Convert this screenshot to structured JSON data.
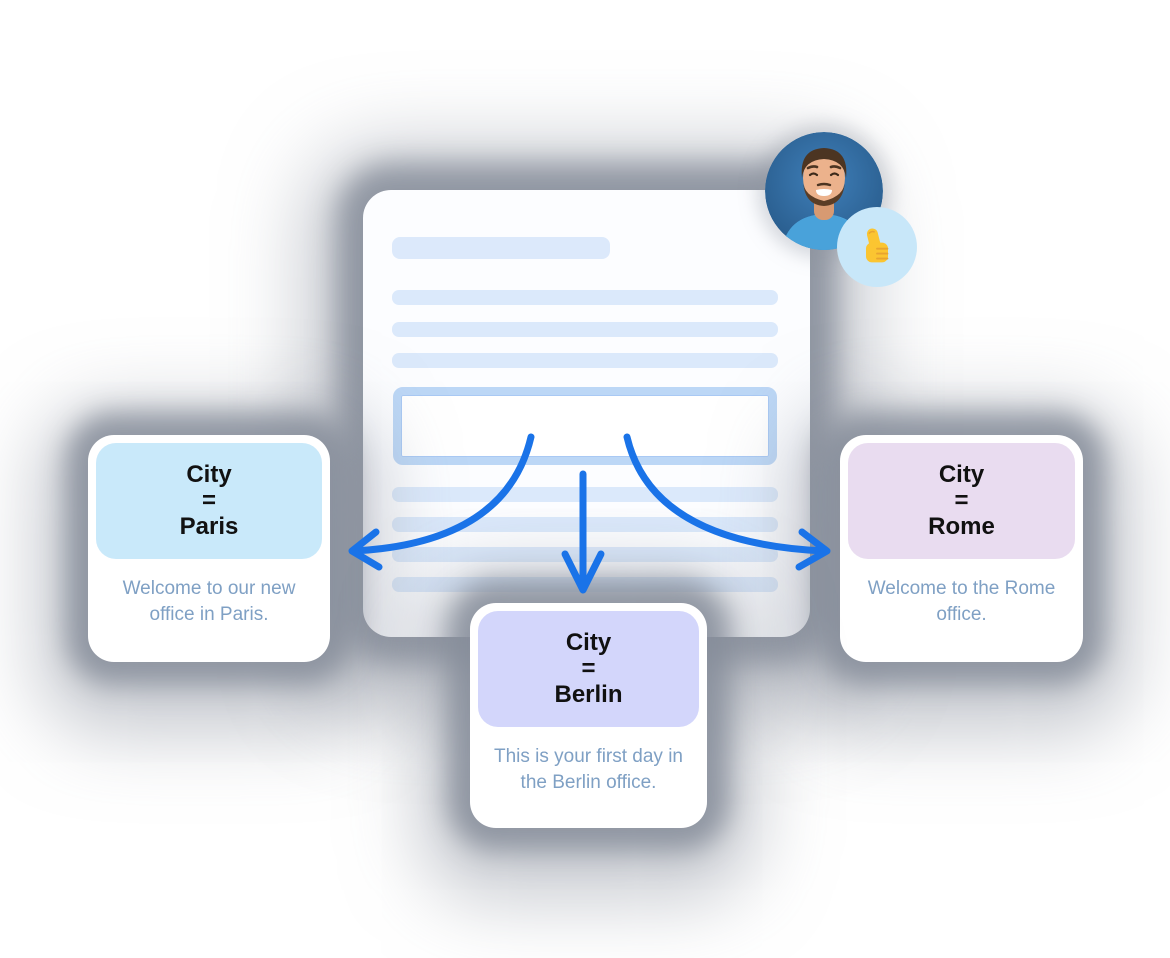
{
  "meta": {
    "description": "Illustration of a document template with a conditional content block branching into three city-specific text variants",
    "background_color": "#ffffff"
  },
  "colors": {
    "arrow_blue": "#1a73e8",
    "doc_line_blue": "#dbe9fb",
    "highlight_border_blue": "#bcd7f6",
    "card_message_text": "#7fa0c4",
    "condition_text": "#111111",
    "badge_bg": "#c8e7f9",
    "shadow_gray": "#959ba6",
    "paris_header_bg": "#c9e9fa",
    "berlin_header_bg": "#d3d6fb",
    "rome_header_bg": "#e9dcf0"
  },
  "icons": {
    "avatar": "man-avatar-photo",
    "badge": "thumbs-up-emoji"
  },
  "cards": [
    {
      "id": "paris",
      "condition": {
        "field": "City",
        "operator": "=",
        "value": "Paris"
      },
      "message": "Welcome to our new office in Paris.",
      "header_bg": "#c9e9fa"
    },
    {
      "id": "berlin",
      "condition": {
        "field": "City",
        "operator": "=",
        "value": "Berlin"
      },
      "message": "This is your first day in the Berlin office.",
      "header_bg": "#d3d6fb"
    },
    {
      "id": "rome",
      "condition": {
        "field": "City",
        "operator": "=",
        "value": "Rome"
      },
      "message": "Welcome to the Rome office.",
      "header_bg": "#e9dcf0"
    }
  ]
}
